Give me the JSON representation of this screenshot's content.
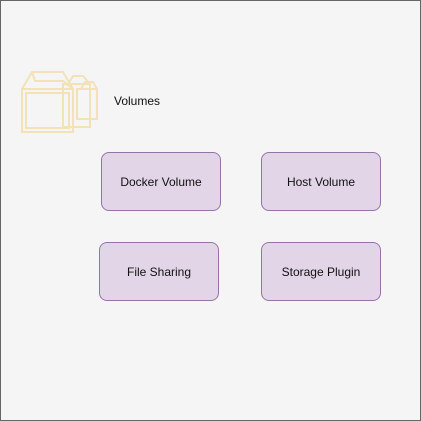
{
  "group": {
    "label": "Volumes",
    "icon": "stacked-boxes-icon",
    "icon_color": "#f2e2b6"
  },
  "nodes": [
    {
      "label": "Docker Volume"
    },
    {
      "label": "Host Volume"
    },
    {
      "label": "File Sharing"
    },
    {
      "label": "Storage Plugin"
    }
  ],
  "colors": {
    "background": "#f5f5f5",
    "border": "#666666",
    "node_fill": "#e1d5e7",
    "node_stroke": "#9673a6"
  }
}
